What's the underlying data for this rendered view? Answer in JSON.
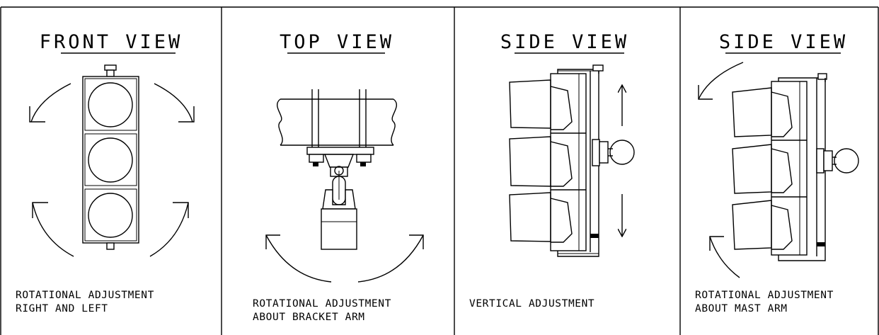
{
  "panels": [
    {
      "title": "FRONT VIEW",
      "caption_line1": "ROTATIONAL ADJUSTMENT",
      "caption_line2": "RIGHT AND LEFT"
    },
    {
      "title": "TOP VIEW",
      "caption_line1": "ROTATIONAL ADJUSTMENT",
      "caption_line2": "ABOUT BRACKET ARM"
    },
    {
      "title": "SIDE VIEW",
      "caption_line1": "VERTICAL ADJUSTMENT",
      "caption_line2": ""
    },
    {
      "title": "SIDE VIEW",
      "caption_line1": "ROTATIONAL ADJUSTMENT",
      "caption_line2": "ABOUT MAST ARM"
    }
  ],
  "colors": {
    "line": "#000000",
    "background": "#ffffff"
  }
}
